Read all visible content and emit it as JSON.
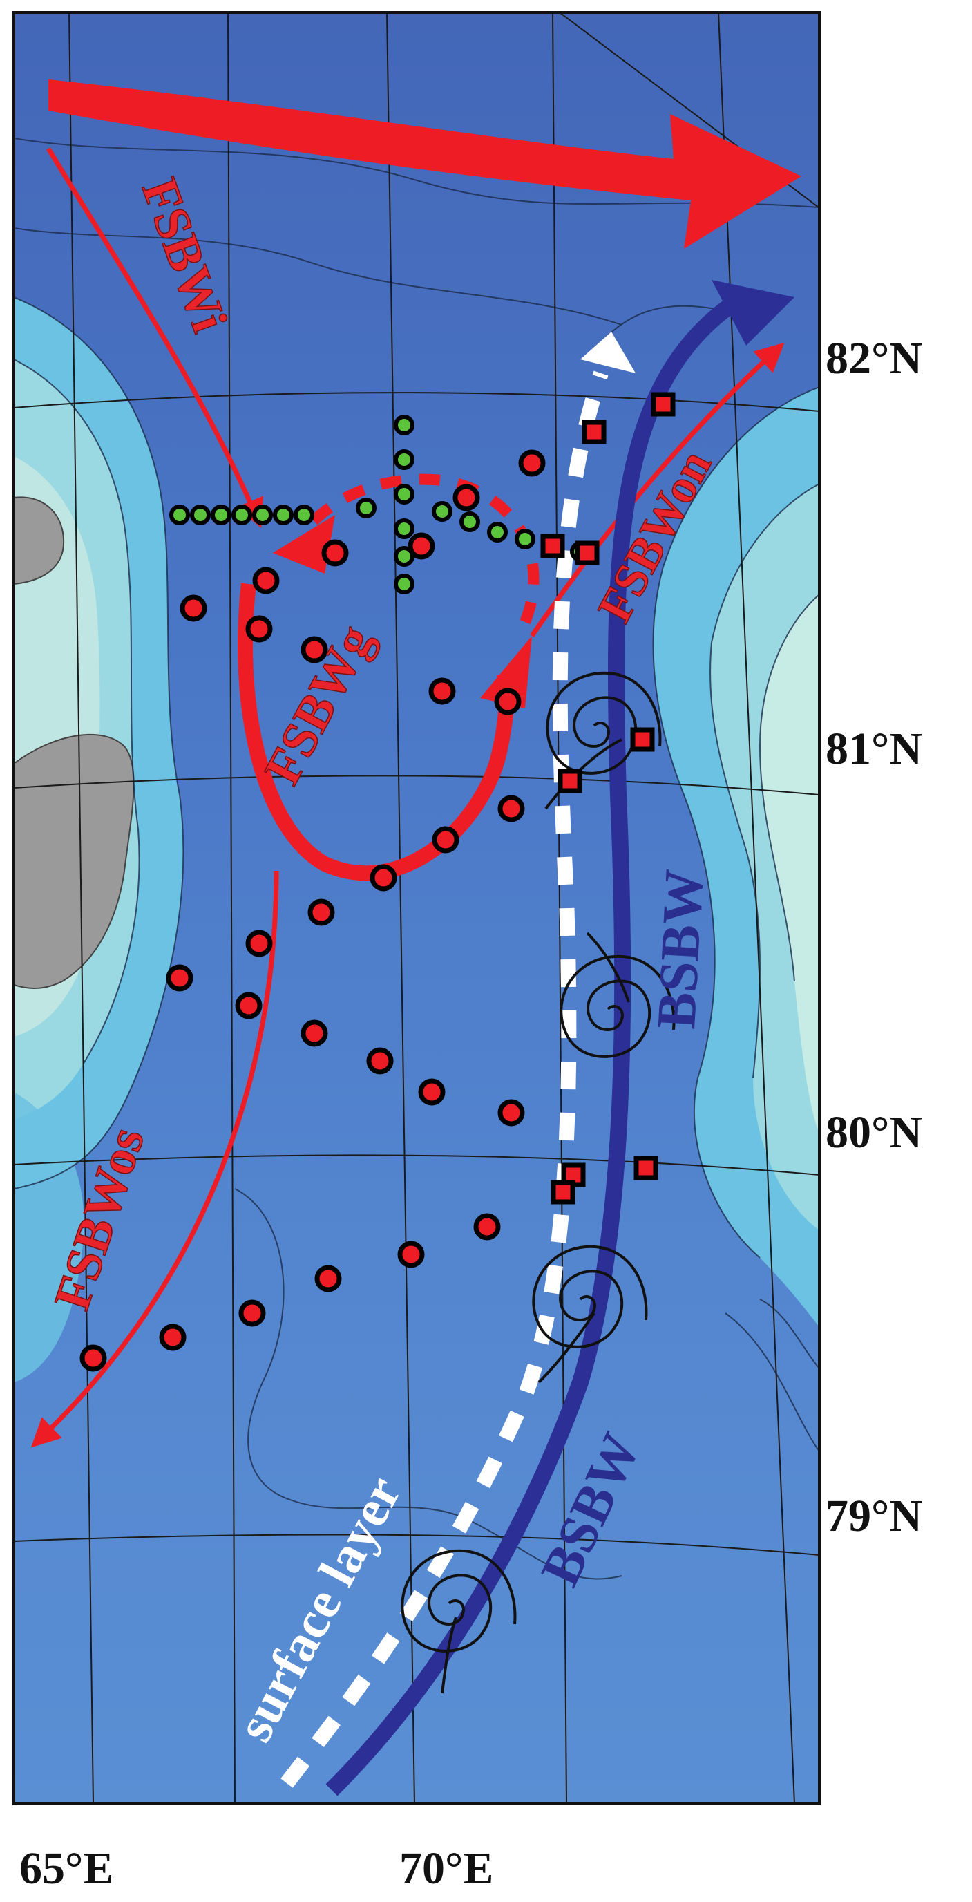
{
  "map": {
    "lat_labels": [
      "82°N",
      "81°N",
      "80°N",
      "79°N"
    ],
    "lon_labels": [
      "65°E",
      "70°E"
    ],
    "colors": {
      "deep_water": "#4a78c4",
      "shelf": "#7fd0e6",
      "shallow": "#bfe8e6",
      "land": "#9a9a9a",
      "fsbw": "#ee1c24",
      "bsbw": "#2b2f96",
      "surface_layer": "#ffffff",
      "station": "#ee1c24",
      "transect_station": "#5cc43a"
    },
    "labels": {
      "fsbwi": "FSBWi",
      "fsbwg": "FSBWg",
      "fsbwon": "FSBWon",
      "fsbwos": "FSBWos",
      "bsbw_upper": "BSBW",
      "bsbw_lower": "BSBW",
      "surface_layer": "surface layer"
    }
  }
}
